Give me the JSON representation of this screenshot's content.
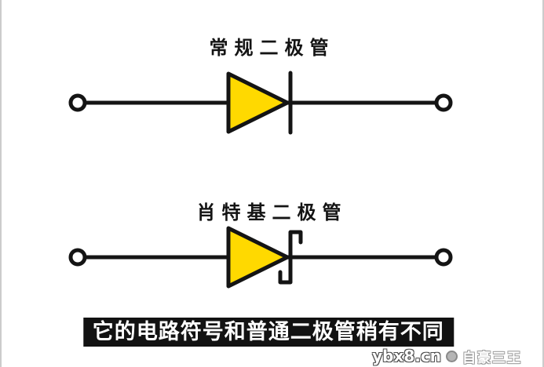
{
  "colors": {
    "diode_fill": "#FFD900",
    "stroke": "#141414",
    "terminal_fill": "#ffffff",
    "caption_bg": "#121212",
    "caption_text": "#ffffff"
  },
  "diagrams": {
    "regular": {
      "title": "常规二极管"
    },
    "schottky": {
      "title": "肖特基二极管"
    }
  },
  "caption": {
    "text": "它的电路符号和普通二极管稍有不同"
  },
  "watermark": {
    "site": "ybx8.cn",
    "author": "自豪三王"
  }
}
